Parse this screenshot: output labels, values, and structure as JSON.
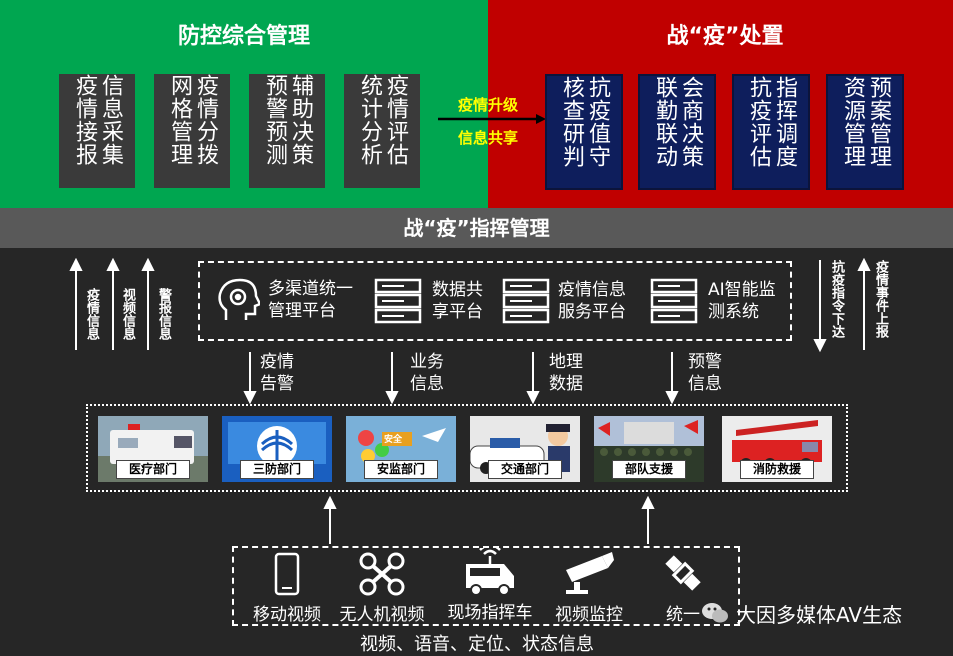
{
  "left_panel": {
    "title": "防控综合管理",
    "boxes": [
      "信息采集疫情接报",
      "疫情分拨网格管理",
      "辅助决策预警预测",
      "疫情评估统计分析"
    ]
  },
  "middle": {
    "top": "疫情升级",
    "bottom": "信息共享"
  },
  "right_panel": {
    "title": "战“疫”处置",
    "boxes": [
      "抗疫值守核查研判",
      "会商决策联勤联动",
      "指挥调度抗疫评估",
      "预案管理资源管理"
    ]
  },
  "command_bar": "战“疫”指挥管理",
  "side_left": [
    "疫情信息",
    "视频信息",
    "警报信息"
  ],
  "side_right": [
    "抗疫指令下达",
    "疫情事件上报"
  ],
  "platforms": [
    {
      "line1": "多渠道统一",
      "line2": "管理平台",
      "icon": "ai-head-icon"
    },
    {
      "line1": "数据共",
      "line2": "享平台",
      "icon": "server-icon"
    },
    {
      "line1": "疫情信息",
      "line2": "服务平台",
      "icon": "server-icon"
    },
    {
      "line1": "AI智能监",
      "line2": "测系统",
      "icon": "server-icon"
    }
  ],
  "flow_labels": [
    {
      "line1": "疫情",
      "line2": "告警"
    },
    {
      "line1": "业务",
      "line2": "信息"
    },
    {
      "line1": "地理",
      "line2": "数据"
    },
    {
      "line1": "预警",
      "line2": "信息"
    }
  ],
  "departments": [
    "医疗部门",
    "三防部门",
    "安监部门",
    "交通部门",
    "部队支援",
    "消防救援"
  ],
  "dept_badges": {
    "safety": "安全"
  },
  "devices": [
    {
      "label": "移动视频",
      "icon": "phone-icon"
    },
    {
      "label": "无人机视频",
      "icon": "drone-icon"
    },
    {
      "label": "现场指挥车",
      "icon": "command-vehicle-icon"
    },
    {
      "label": "视频监控",
      "icon": "camera-icon"
    },
    {
      "label": "统一",
      "icon": "satellite-icon"
    }
  ],
  "watermark": "大因多媒体AV生态",
  "footer": "视频、语音、定位、状态信息",
  "colors": {
    "green": "#00a650",
    "red": "#c00000",
    "blue_box": "#0e1e5c",
    "yellow": "#ffff00"
  }
}
